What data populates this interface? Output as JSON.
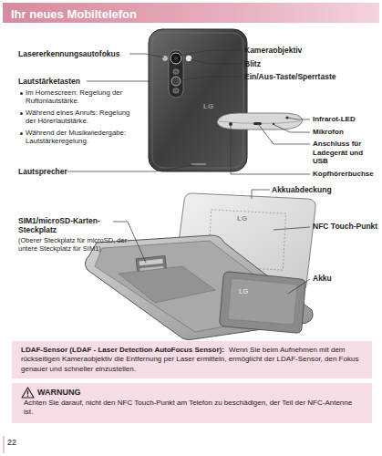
{
  "diagram": {
    "title": "Ihr neues Mobiltelefon",
    "nodes": [
      {
        "text": [
          "LDAF-Sensor (LDAF - Laser Detection AutoFocus Sensor):",
          "Wenn Sie beim Aufnehmen mit dem rückseitigen Kameraobjektiv die Entfernung per Laser ermitteln, ermöglicht der LDAF-Sensor, den Fokus genauer und schneller einzustellen."
        ]
      },
      {
        "text": [
          "WARNUNG",
          "Achten Sie darauf, nicht den NFC Touch-Punkt am Telefon zu beschädigen, der Teil der NFC-Antenne ist."
        ]
      }
    ],
    "labels": [
      "Lasererkennungsautofokus",
      "Lautstärketasten",
      "Im Homescreen: Regelung der Ruftonlautstärke.",
      "Während eines Anrufs: Regelung der Hörerlautstärke.",
      "Während der Musikwiedergabe: Lautstärkeregelung.",
      "Lautsprecher",
      "Kameraobjektiv",
      "Blitz",
      "Ein/Aus-Taste/Sperrtaste",
      "LG",
      "Infrarot-LED",
      "Mikrofon",
      "Anschluss für Ladegerät und USB",
      "Kopfhörerbuchse",
      "Akkuabdeckung",
      "SIM1/microSD-Karten-Steckplatz",
      "(Oberer Steckplatz für microSD, der untere Steckplatz für SIM1)",
      "NFC Touch-Punkt",
      "LG",
      "Akku",
      "LG",
      "22"
    ]
  }
}
